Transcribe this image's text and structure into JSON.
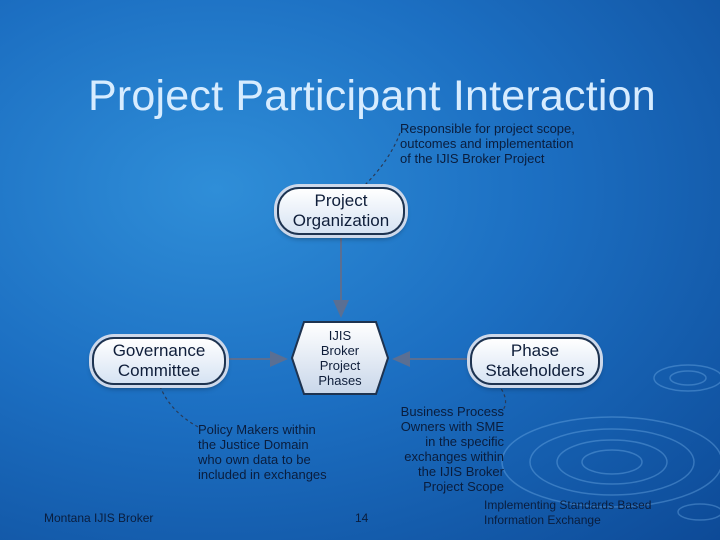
{
  "title": "Project Participant Interaction",
  "nodes": {
    "project_organization": "Project\nOrganization",
    "governance_committee": "Governance\nCommittee",
    "phase_stakeholders": "Phase\nStakeholders",
    "ijis_broker_phases": "IJIS\nBroker\nProject\nPhases"
  },
  "notes": {
    "top": "Responsible for project scope,\noutcomes and implementation\nof the IJIS Broker Project",
    "left": "Policy Makers within\nthe Justice Domain\nwho own data to be\nincluded in exchanges",
    "right": "Business Process\nOwners with SME\nin the specific\nexchanges within\nthe IJIS Broker\nProject Scope"
  },
  "footer": {
    "left": "Montana IJIS Broker",
    "page": "14",
    "right": "Implementing Standards Based\nInformation  Exchange"
  },
  "colors": {
    "background": "#1c6fc2",
    "title": "#d7ecff",
    "arrow": "#5a6f93",
    "box_border": "#1e3350"
  }
}
